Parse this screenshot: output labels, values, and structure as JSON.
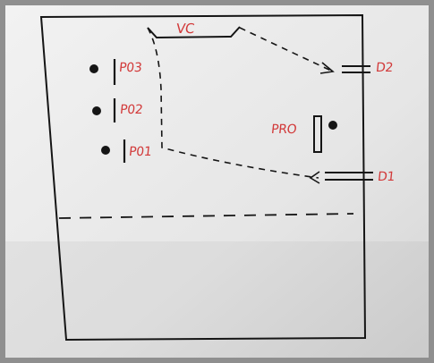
{
  "diagram": {
    "labels": {
      "vc": "VC",
      "d2": "D2",
      "d1": "D1",
      "pro": "PRO",
      "p03": "P03",
      "p02": "P02",
      "p01": "P01"
    },
    "colors": {
      "paper": "#e9e9e9",
      "ink": "#141414",
      "label": "#d23a3a"
    }
  }
}
